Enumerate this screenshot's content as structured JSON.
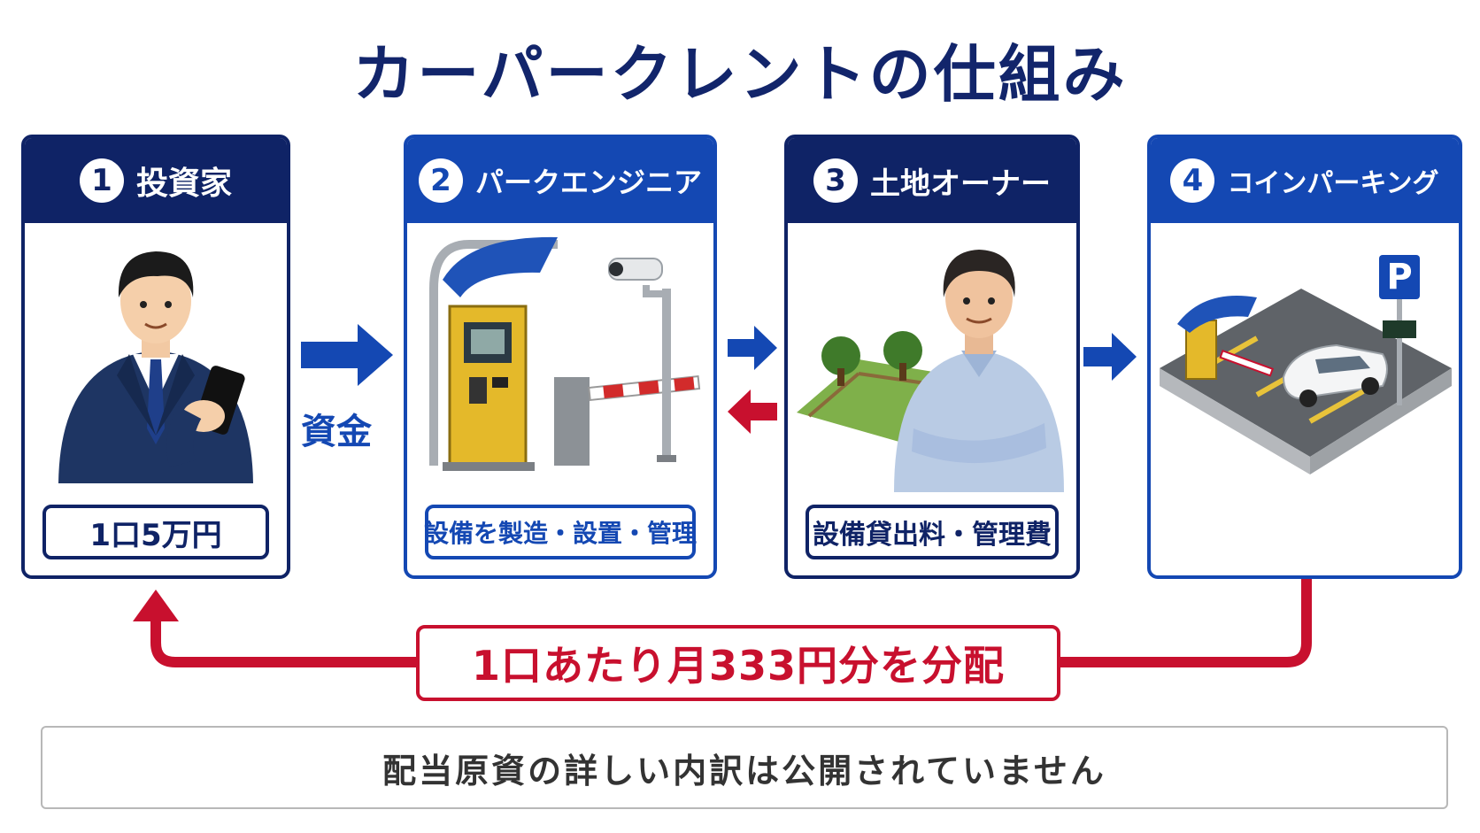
{
  "title": "カーパークレントの仕組み",
  "steps": [
    {
      "number": "1",
      "name": "投資家",
      "label": "1口5万円"
    },
    {
      "number": "2",
      "name": "パークエンジニア",
      "label": "設備を製造・設置・管理"
    },
    {
      "number": "3",
      "name": "土地オーナー",
      "label": "設備貸出料・管理費"
    },
    {
      "number": "4",
      "name": "コインパーキング"
    }
  ],
  "fund_label": "資金",
  "distribution_label": "1口あたり月333円分を分配",
  "note": "配当原資の詳しい内訳は公開されていません",
  "colors": {
    "navy": "#0f2366",
    "blue": "#1448b3",
    "red": "#c8102e"
  }
}
